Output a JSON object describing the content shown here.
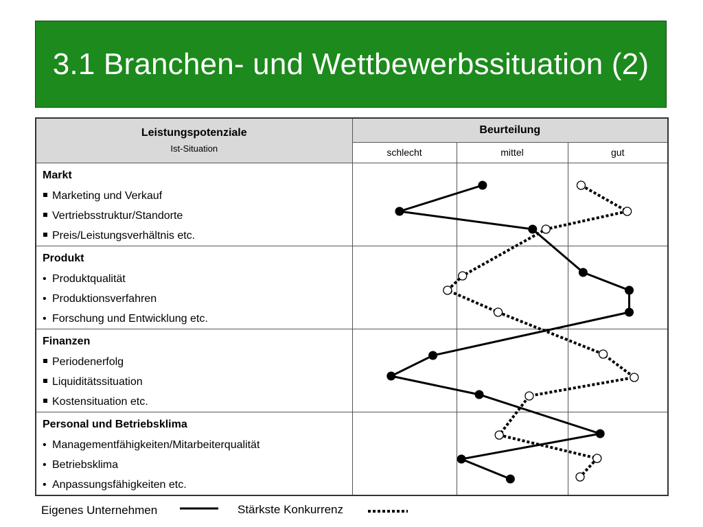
{
  "title": "3.1 Branchen- und Wettbewerbssituation (2)",
  "table": {
    "header_left_title": "Leistungspotenziale",
    "header_left_sub": "Ist-Situation",
    "header_right_title": "Beurteilung",
    "ratings": [
      "schlecht",
      "mittel",
      "gut"
    ],
    "categories": [
      {
        "name": "Markt",
        "bullet": "square",
        "items": [
          "Marketing und Verkauf",
          "Vertriebsstruktur/Standorte",
          "Preis/Leistungsverhältnis etc."
        ]
      },
      {
        "name": "Produkt",
        "bullet": "dot",
        "items": [
          "Produktqualität",
          "Produktionsverfahren",
          "Forschung und Entwicklung etc."
        ]
      },
      {
        "name": "Finanzen",
        "bullet": "square",
        "items": [
          "Periodenerfolg",
          "Liquiditätssituation",
          "Kostensituation etc."
        ]
      },
      {
        "name": "Personal und Betriebsklima",
        "bullet": "dot",
        "items": [
          "Managementfähigkeiten/Mitarbeiterqualität",
          "Betriebsklima",
          "Anpassungsfähigkeiten etc."
        ]
      }
    ]
  },
  "profiles": {
    "rating_scale": "0 = left edge of schlecht, 3 = right edge of gut",
    "own_company": {
      "label": "Eigenes Unternehmen",
      "color": "#000000",
      "style": "solid",
      "values": [
        1.24,
        0.46,
        1.69,
        2.16,
        2.62,
        2.62,
        0.78,
        0.38,
        1.21,
        2.33,
        1.05,
        1.49
      ]
    },
    "strongest_competitor": {
      "label": "Stärkste Konkurrenz",
      "color": "#000000",
      "style": "dotted",
      "values": [
        2.14,
        2.6,
        1.81,
        1.06,
        0.92,
        1.38,
        2.36,
        2.67,
        1.66,
        1.39,
        2.3,
        2.13
      ]
    }
  }
}
